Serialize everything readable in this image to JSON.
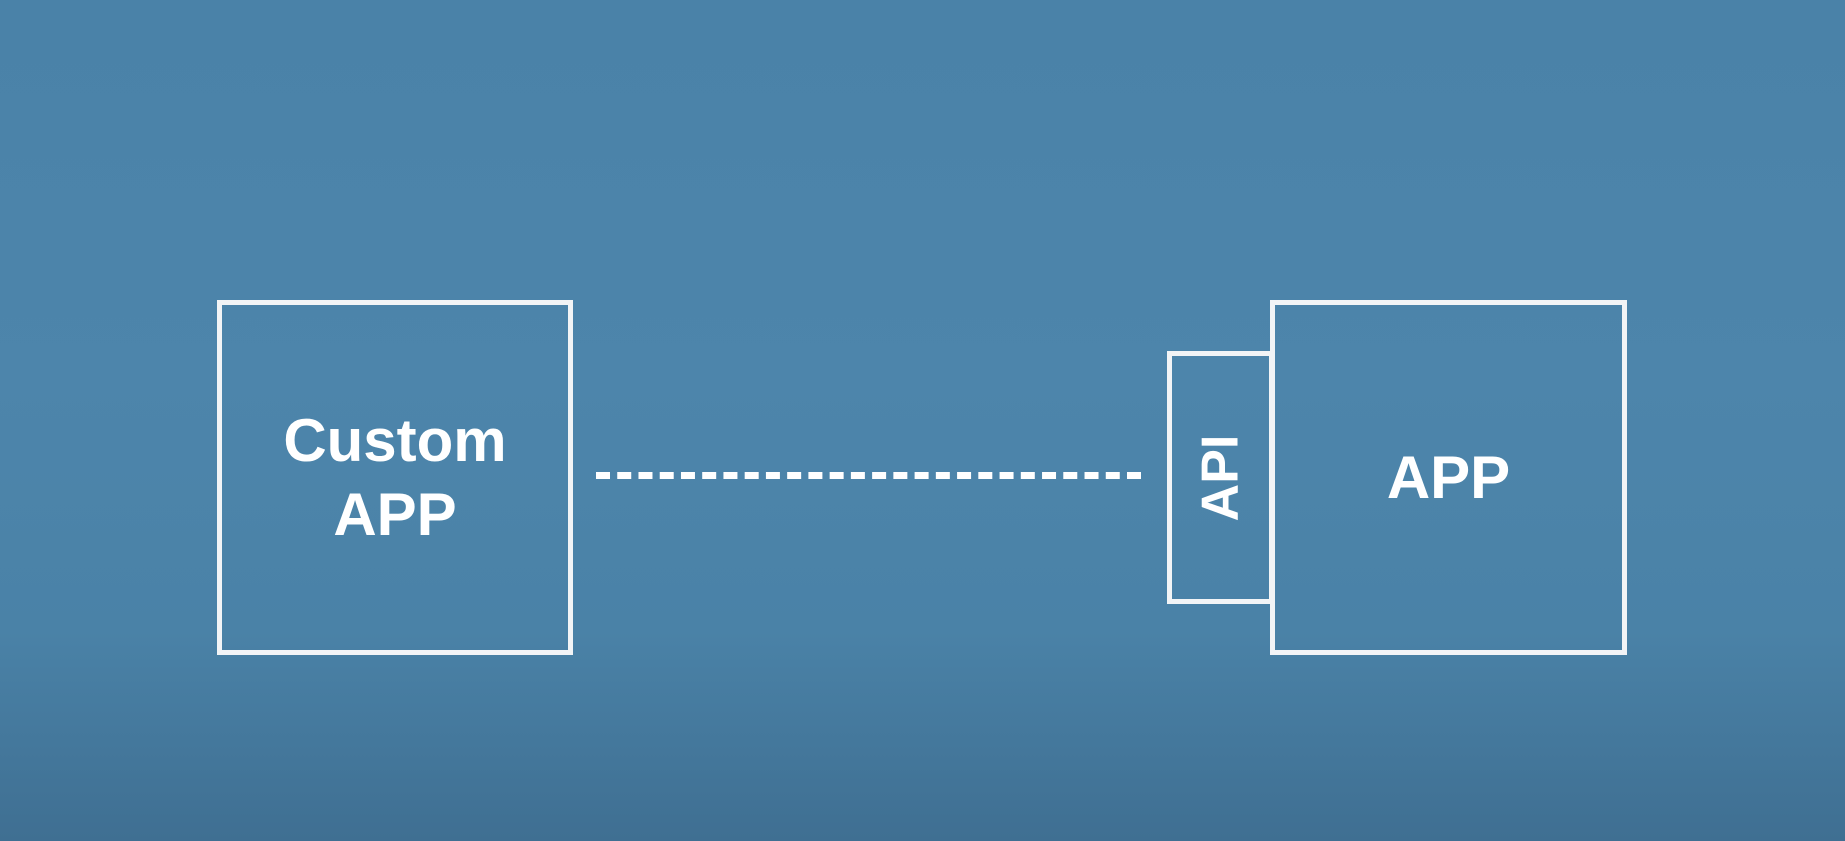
{
  "diagram": {
    "background_color": "#4d85ab",
    "stroke_color": "#f2f4f6",
    "custom_app": {
      "line1": "Custom",
      "line2": "APP"
    },
    "api": {
      "label": "API"
    },
    "app": {
      "label": "APP"
    },
    "connector": {
      "style": "dotted"
    }
  }
}
